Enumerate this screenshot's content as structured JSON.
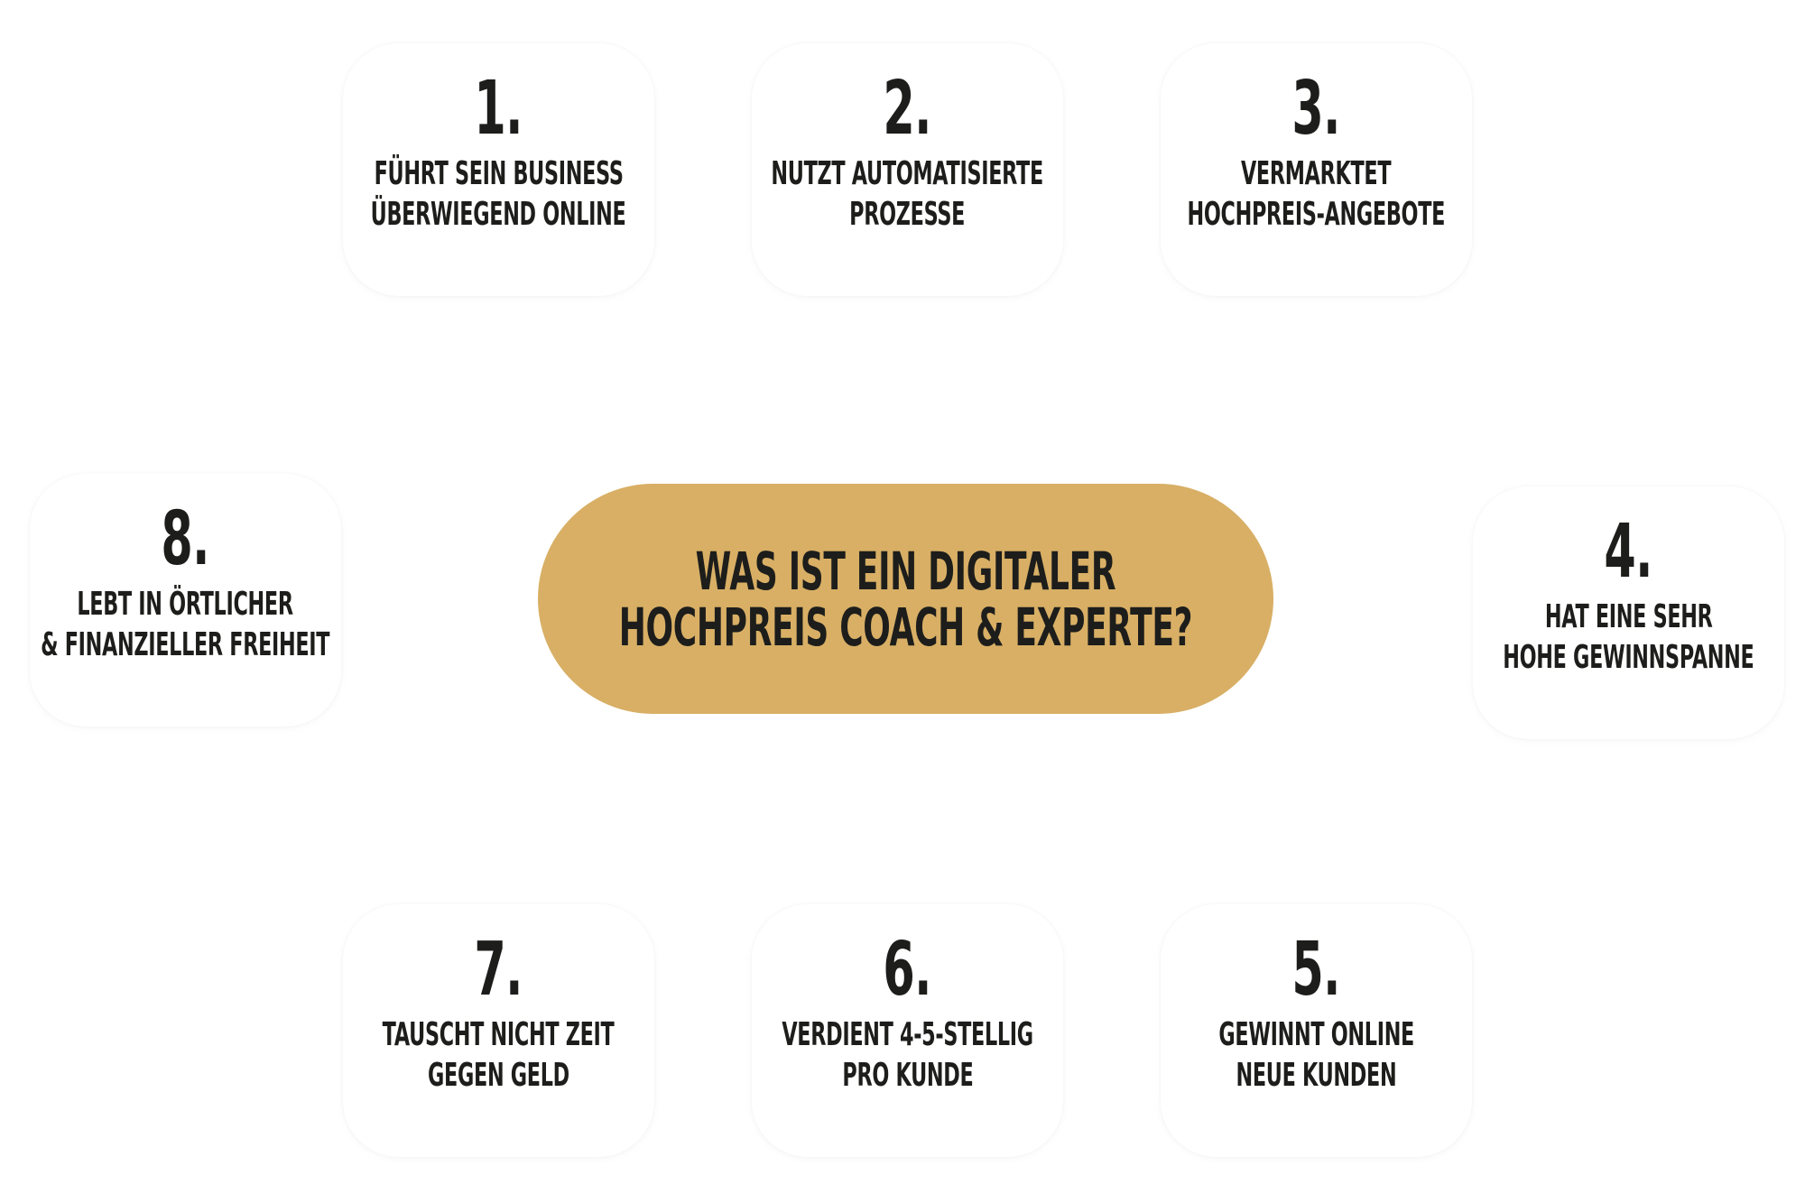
{
  "center": {
    "line1": "WAS IST EIN DIGITALER",
    "line2": "HOCHPREIS COACH & EXPERTE?",
    "color": "#d8af65"
  },
  "items": [
    {
      "number": "1.",
      "line1": "FÜHRT SEIN BUSINESS",
      "line2": "ÜBERWIEGEND ONLINE"
    },
    {
      "number": "2.",
      "line1": "NUTZT AUTOMATISIERTE",
      "line2": "PROZESSE"
    },
    {
      "number": "3.",
      "line1": "VERMARKTET",
      "line2": "HOCHPREIS-ANGEBOTE"
    },
    {
      "number": "4.",
      "line1": "HAT EINE SEHR",
      "line2": "HOHE GEWINNSPANNE"
    },
    {
      "number": "5.",
      "line1": "GEWINNT ONLINE",
      "line2": "NEUE KUNDEN"
    },
    {
      "number": "6.",
      "line1": "VERDIENT 4-5-STELLIG",
      "line2": "PRO KUNDE"
    },
    {
      "number": "7.",
      "line1": "TAUSCHT NICHT ZEIT",
      "line2": "GEGEN GELD"
    },
    {
      "number": "8.",
      "line1": "LEBT IN ÖRTLICHER",
      "line2": "& FINANZIELLER FREIHEIT"
    }
  ]
}
